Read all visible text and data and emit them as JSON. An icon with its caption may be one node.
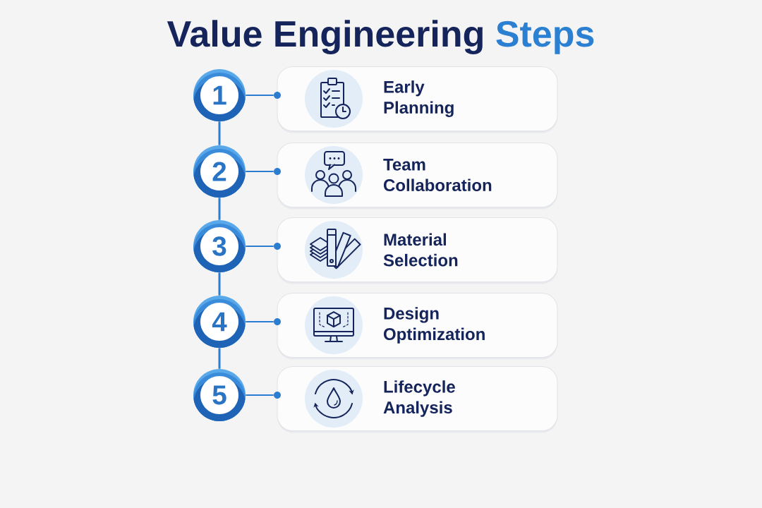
{
  "diagram": {
    "title": "Value Engineering Steps",
    "nodes": [
      {
        "text": [
          "1"
        ]
      },
      {
        "text": [],
        "shape": "circle"
      },
      {
        "text": [
          "Early Planning"
        ]
      },
      {
        "text": [
          "2"
        ]
      },
      {
        "text": [],
        "shape": "circle"
      },
      {
        "text": [
          "Team Collaboration"
        ]
      },
      {
        "text": [
          "3"
        ]
      },
      {
        "text": [],
        "shape": "circle"
      },
      {
        "text": [
          "Material Selection"
        ]
      },
      {
        "text": [
          "4"
        ]
      },
      {
        "text": [],
        "shape": "circle"
      },
      {
        "text": [
          "Design Optimization"
        ]
      },
      {
        "text": [
          "5"
        ]
      },
      {
        "text": [],
        "shape": "circle"
      },
      {
        "text": [
          "Lifecycle Analysis"
        ]
      }
    ],
    "edges": [
      {
        "from": 0,
        "to": 1,
        "arrow": "none"
      },
      {
        "from": 0,
        "to": 3,
        "arrow": "none"
      },
      {
        "from": 3,
        "to": 4,
        "arrow": "none"
      },
      {
        "from": 3,
        "to": 6,
        "arrow": "none"
      },
      {
        "from": 6,
        "to": 7,
        "arrow": "none"
      },
      {
        "from": 6,
        "to": 9,
        "arrow": "none"
      },
      {
        "from": 9,
        "to": 10,
        "arrow": "none"
      },
      {
        "from": 9,
        "to": 12,
        "arrow": "none"
      },
      {
        "from": 12,
        "to": 13,
        "arrow": "none"
      }
    ]
  }
}
